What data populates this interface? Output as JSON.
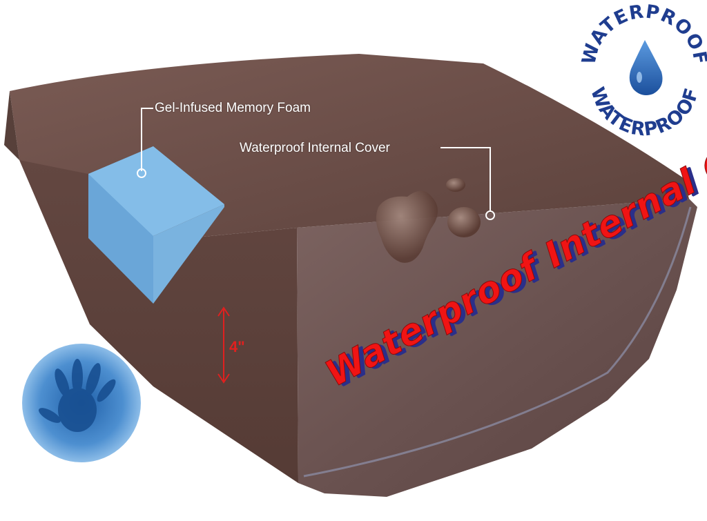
{
  "image": {
    "subject": "mattress-with-internal-cover",
    "colors": {
      "cover_top": "#6b4e48",
      "cover_side": "#5e433d",
      "foam": "#7ab3df",
      "label_text": "#ffffff",
      "banner_red": "#f01414",
      "banner_shadow": "#2a2f8a",
      "badge_blue": "#1f3d8f"
    }
  },
  "callouts": {
    "foam": "Gel-Infused Memory Foam",
    "cover": "Waterproof Internal Cover"
  },
  "height_label": "4\"",
  "banner_text": "Waterproof Internal Cover",
  "badge": {
    "top_text": "WATERPROOF",
    "bottom_text": "WATERPROOF",
    "icon": "water-drop-icon"
  }
}
